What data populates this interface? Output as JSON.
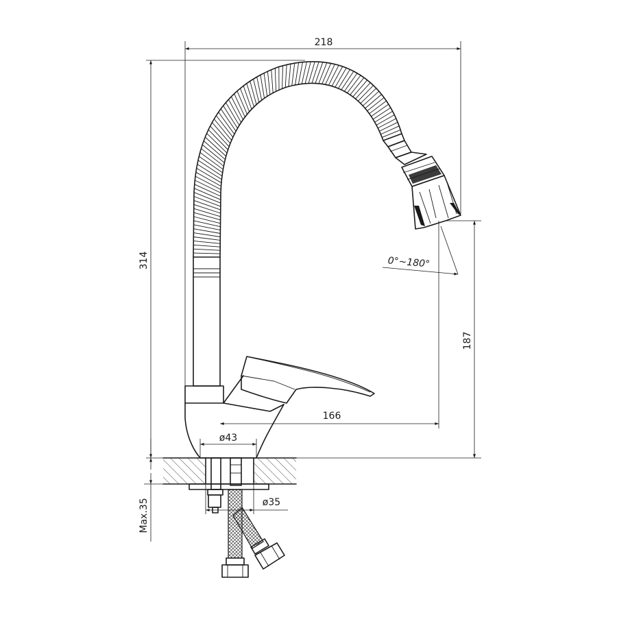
{
  "dimensions": {
    "overall_width": "218",
    "overall_height": "314",
    "spout_height": "187",
    "spout_reach": "166",
    "base_diameter": "ø43",
    "mount_diameter": "ø35",
    "max_thickness": "Max.35",
    "rotation": "0°~180°"
  },
  "colors": {
    "line": "#1a1a1a",
    "background": "#ffffff"
  }
}
